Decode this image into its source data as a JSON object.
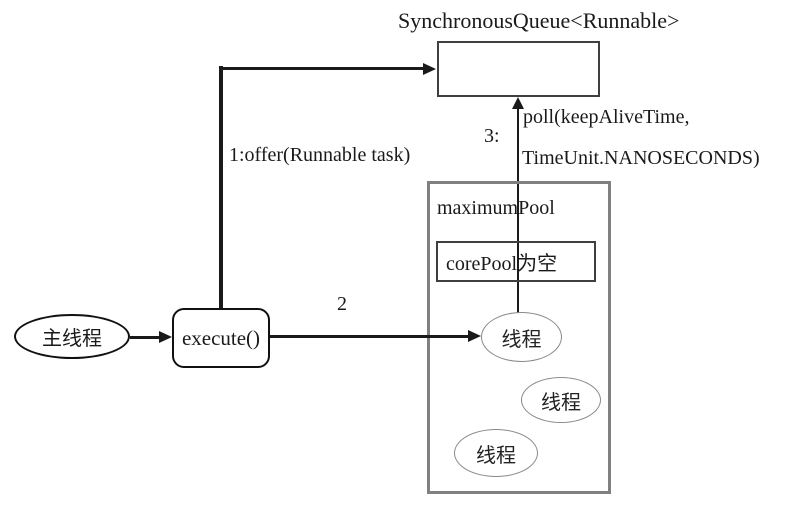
{
  "diagram": {
    "title": "SynchronousQueue<Runnable>",
    "arrows": {
      "offer_label": "1:offer(Runnable task)",
      "step2_label": "2",
      "step3_label": "3:",
      "poll_line1": "poll(keepAliveTime,",
      "poll_line2": "TimeUnit.NANOSECONDS)"
    },
    "pool": {
      "maximum_pool_label": "maximumPool",
      "core_pool_label": "corePool为空",
      "threads": [
        "线程",
        "线程",
        "线程"
      ]
    },
    "nodes": {
      "main_thread_label": "主线程",
      "execute_label": "execute()"
    },
    "colors": {
      "line": "#1a1a1a",
      "pool_border": "#808080",
      "thread_border": "#8a8a8a",
      "queue_border": "#3f3f3f",
      "background": "#ffffff"
    }
  }
}
